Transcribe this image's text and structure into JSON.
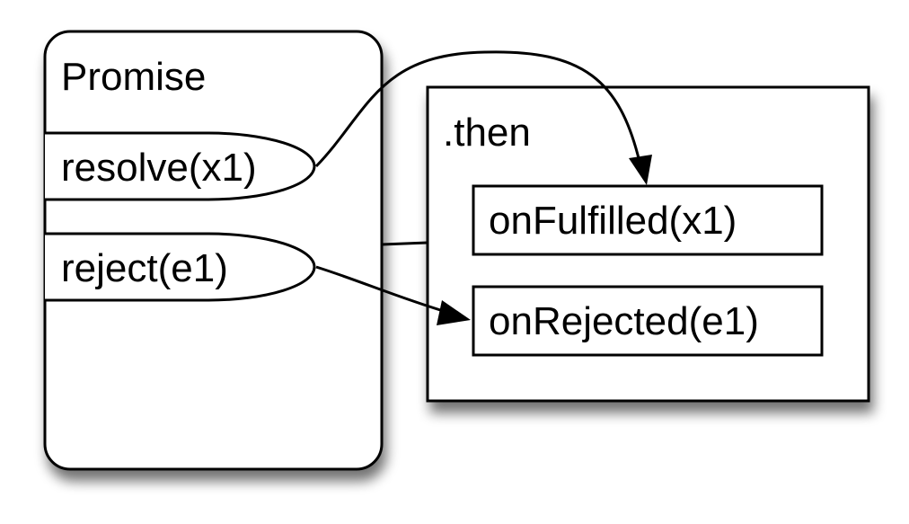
{
  "diagram": {
    "promise": {
      "title": "Promise"
    },
    "resolve": {
      "label": "resolve(x1)"
    },
    "reject": {
      "label": "reject(e1)"
    },
    "then": {
      "title": ".then"
    },
    "on_fulfilled": {
      "label": "onFulfilled(x1)"
    },
    "on_rejected": {
      "label": "onRejected(e1)"
    }
  },
  "colors": {
    "stroke": "#000000",
    "fill": "#ffffff",
    "shadow": "#000000"
  }
}
